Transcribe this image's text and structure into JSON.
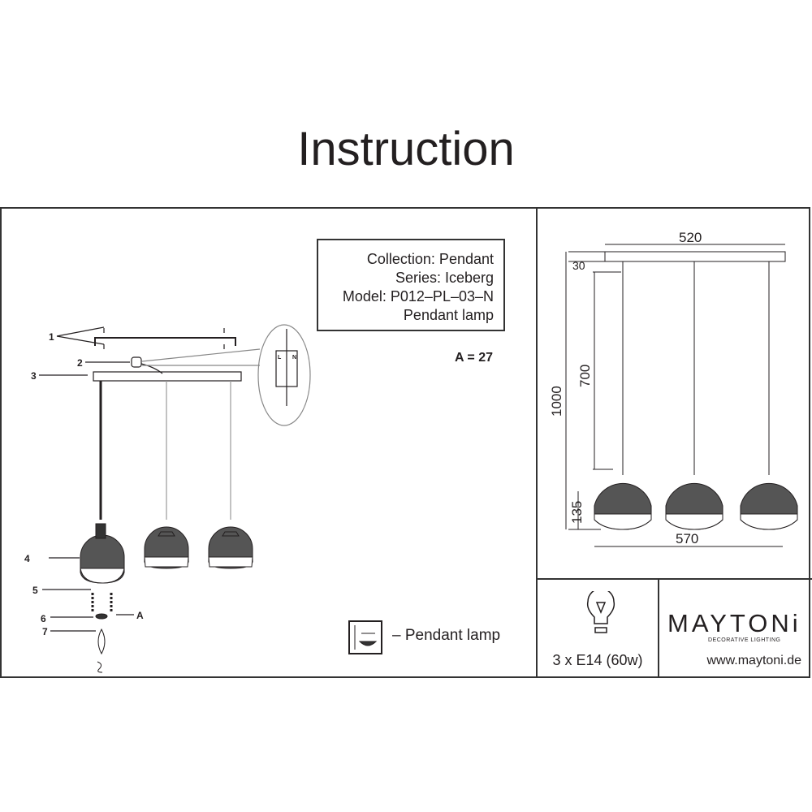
{
  "title": "Instruction",
  "info": {
    "collection": "Collection: Pendant",
    "series": "Series: Iceberg",
    "model": "Model: P012–PL–03–N",
    "type": "Pendant lamp"
  },
  "crystal_count": "A = 27",
  "parts": [
    "1",
    "2",
    "3",
    "4",
    "5",
    "6",
    "7",
    "A"
  ],
  "wiring": {
    "live": "L",
    "neutral": "N"
  },
  "legend": "– Pendant lamp",
  "dimensions": {
    "width_top": "520",
    "canopy_height": "30",
    "cord": "700",
    "total_height": "1000",
    "shade_height": "135",
    "width_bottom": "570"
  },
  "bulb": "3 x E14 (60w)",
  "brand": {
    "logo": "MAYTONi",
    "tagline": "DECORATIVE LIGHTING",
    "url": "www.maytoni.de"
  }
}
